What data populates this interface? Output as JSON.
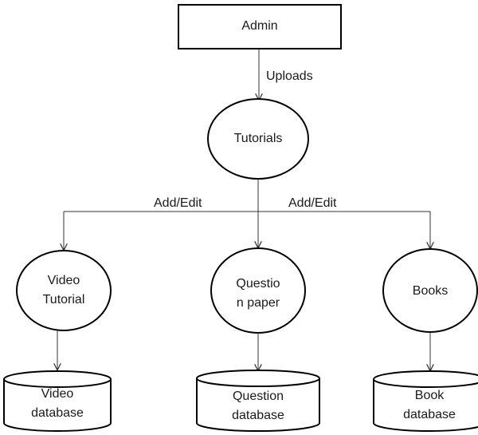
{
  "nodes": {
    "admin": "Admin",
    "tutorials": "Tutorials",
    "video_tutorial": [
      "Video",
      "Tutorial"
    ],
    "question_paper": [
      "Questio",
      "n paper"
    ],
    "books": "Books"
  },
  "stores": {
    "video": [
      "Video",
      "database"
    ],
    "question": [
      "Question",
      "database"
    ],
    "book": [
      "Book",
      "database"
    ]
  },
  "edges": {
    "uploads": "Uploads",
    "add_edit_left": "Add/Edit",
    "add_edit_right": "Add/Edit"
  }
}
